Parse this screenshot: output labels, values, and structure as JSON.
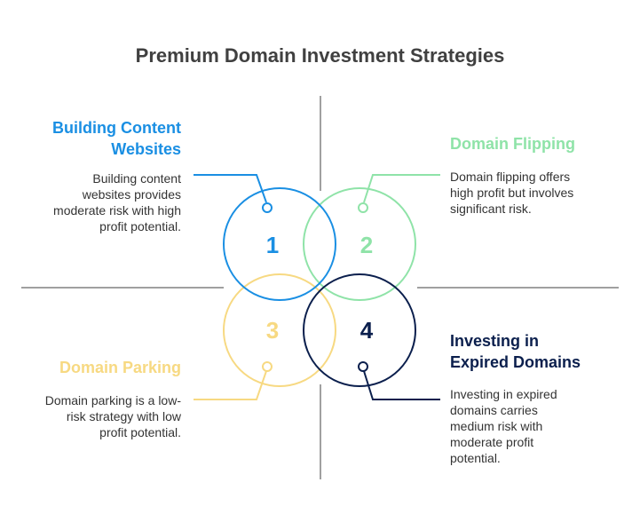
{
  "title": "Premium Domain Investment Strategies",
  "colors": {
    "blue": "#1a8fe3",
    "green": "#8fe3a8",
    "yellow": "#f7d982",
    "navy": "#0b1f4d",
    "divider": "#808080"
  },
  "quadrants": [
    {
      "number": "1",
      "heading": "Building Content Websites",
      "heading_lines": [
        "Building Content",
        "Websites"
      ],
      "description": "Building content websites provides moderate risk with high profit potential.",
      "description_lines": [
        "Building content",
        "websites provides",
        "moderate risk with high",
        "profit potential."
      ]
    },
    {
      "number": "2",
      "heading": "Domain Flipping",
      "description": "Domain flipping offers high profit but involves significant risk.",
      "description_lines": [
        "Domain flipping offers",
        "high profit but involves",
        "significant risk."
      ]
    },
    {
      "number": "3",
      "heading": "Domain Parking",
      "description": "Domain parking is a low-risk strategy with low profit potential.",
      "description_lines": [
        "Domain parking is a low-",
        "risk strategy with low",
        "profit potential."
      ]
    },
    {
      "number": "4",
      "heading": "Investing in Expired Domains",
      "heading_lines": [
        "Investing in",
        "Expired Domains"
      ],
      "description": "Investing in expired domains carries medium risk with moderate profit potential.",
      "description_lines": [
        "Investing in expired",
        "domains carries",
        "medium risk with",
        "moderate profit",
        "potential."
      ]
    }
  ]
}
